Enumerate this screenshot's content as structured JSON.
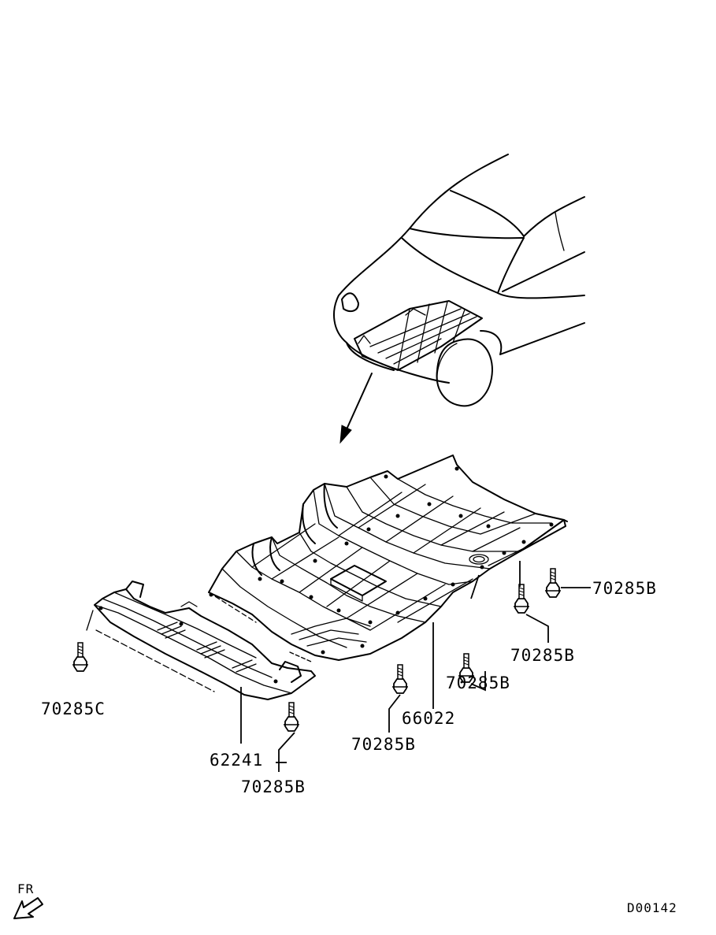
{
  "diagram": {
    "drawing_code": "D00142",
    "direction_label": "FR",
    "callouts": [
      {
        "id": "c1",
        "text": "70285B"
      },
      {
        "id": "c2",
        "text": "70285B"
      },
      {
        "id": "c3",
        "text": "70285B"
      },
      {
        "id": "c4",
        "text": "66022"
      },
      {
        "id": "c5",
        "text": "70285B"
      },
      {
        "id": "c6",
        "text": "70285C"
      },
      {
        "id": "c7",
        "text": "62241"
      },
      {
        "id": "c8",
        "text": "70285B"
      }
    ]
  }
}
